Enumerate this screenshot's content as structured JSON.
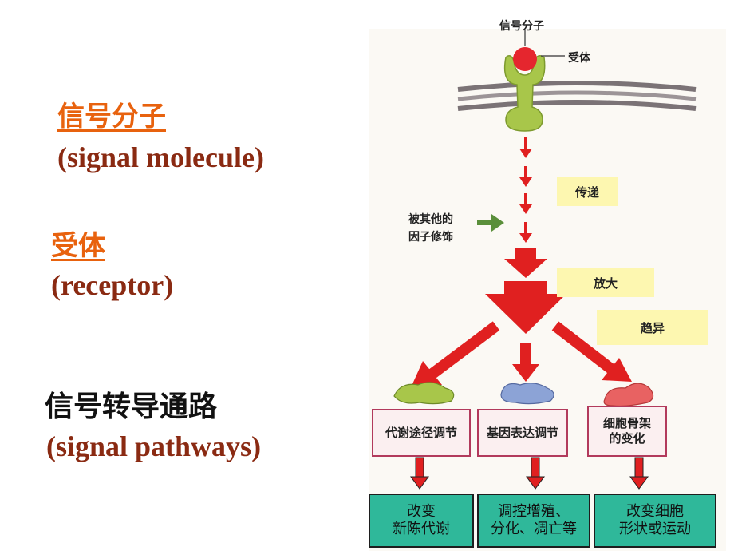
{
  "left_labels": {
    "signal_zh": "信号分子",
    "signal_en": "(signal  molecule)",
    "receptor_zh": "受体",
    "receptor_en": "(receptor)",
    "pathway_zh": "信号转导通路",
    "pathway_en": "(signal  pathways)"
  },
  "diagram": {
    "top_label": "信号分子",
    "receptor_label": "受体",
    "modifier_label_line1": "被其他的",
    "modifier_label_line2": "因子修饰",
    "step_labels": [
      "传递",
      "放大",
      "趋异"
    ],
    "targets": [
      {
        "line1": "代谢途径调节",
        "line2": ""
      },
      {
        "line1": "基因表达调节",
        "line2": ""
      },
      {
        "line1": "细胞骨架",
        "line2": "的变化"
      }
    ],
    "outcomes": [
      {
        "line1": "改变",
        "line2": "新陈代谢"
      },
      {
        "line1": "调控增殖、",
        "line2": "分化、凋亡等"
      },
      {
        "line1": "改变细胞",
        "line2": "形状或运动"
      }
    ]
  },
  "colors": {
    "accent_orange": "#e8620e",
    "english_brown": "#8a2a12",
    "arrow_red": "#e02020",
    "receptor_green": "#a8c64a",
    "ligand_red": "#e5262e",
    "outcome_green": "#2fb89a",
    "step_yellow": "#fdf7b0"
  }
}
